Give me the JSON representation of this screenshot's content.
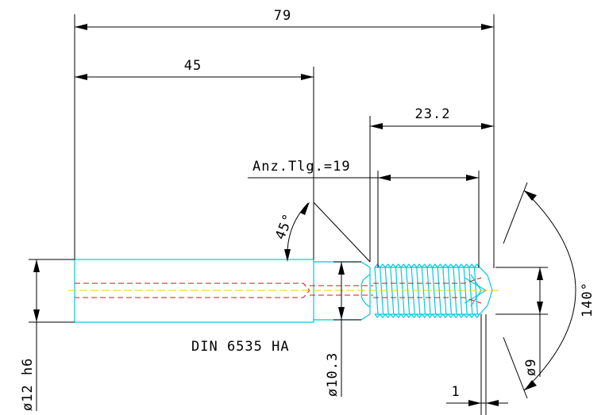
{
  "drawing": {
    "dim_overall_length": "79",
    "dim_shank_length": "45",
    "dim_thread_length": "23.2",
    "dim_tooth_count": "Anz.Tlg.=19",
    "dim_chamfer_angle": "45°",
    "dim_shank_diameter": "ø12 h6",
    "dim_neck_diameter": "ø10.3",
    "dim_tip_diameter": "ø9",
    "dim_point_angle": "140°",
    "dim_tip_offset": "1",
    "part_label": "DIN 6535 HA"
  },
  "colors": {
    "dimension": "#000000",
    "outline": "#00c8e6",
    "hidden_coolant": "#e01010",
    "centerline": "#e6d200",
    "background": "#ffffff"
  }
}
